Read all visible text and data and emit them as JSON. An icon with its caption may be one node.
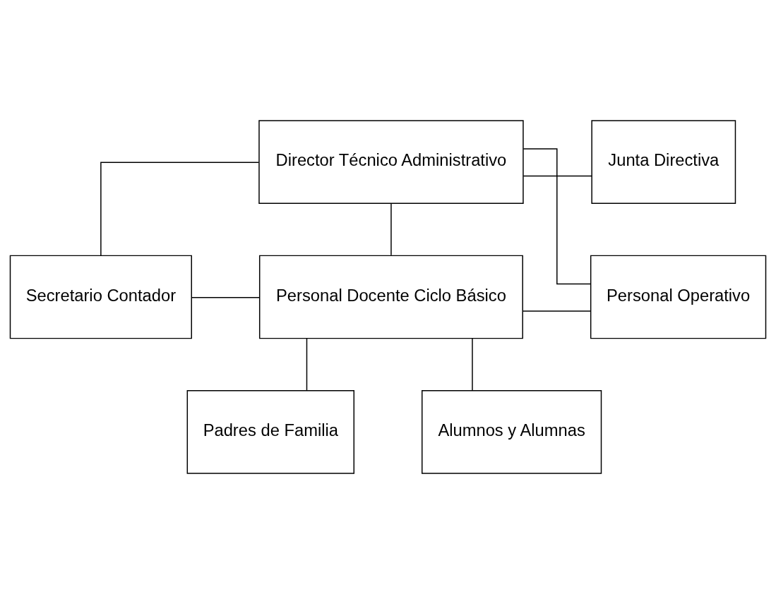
{
  "diagram": {
    "nodes": [
      {
        "text": [
          "Director Técnico Administrativo"
        ]
      },
      {
        "text": [
          "Junta Directiva"
        ]
      },
      {
        "text": [
          "Secretario Contador"
        ]
      },
      {
        "text": [
          "Personal Docente Ciclo Básico"
        ]
      },
      {
        "text": [
          "Personal Operativo"
        ]
      },
      {
        "text": [
          "Padres de Familia"
        ]
      },
      {
        "text": [
          "Alumnos y Alumnas"
        ]
      }
    ],
    "edges": [
      {
        "from": 0,
        "to": 1,
        "arrow": "none"
      },
      {
        "from": 0,
        "to": 2,
        "arrow": "none"
      },
      {
        "from": 0,
        "to": 3,
        "arrow": "none"
      },
      {
        "from": 0,
        "to": 4,
        "arrow": "none"
      },
      {
        "from": 2,
        "to": 3,
        "arrow": "none"
      },
      {
        "from": 3,
        "to": 4,
        "arrow": "none"
      },
      {
        "from": 3,
        "to": 5,
        "arrow": "none"
      },
      {
        "from": 3,
        "to": 6,
        "arrow": "none"
      }
    ]
  }
}
